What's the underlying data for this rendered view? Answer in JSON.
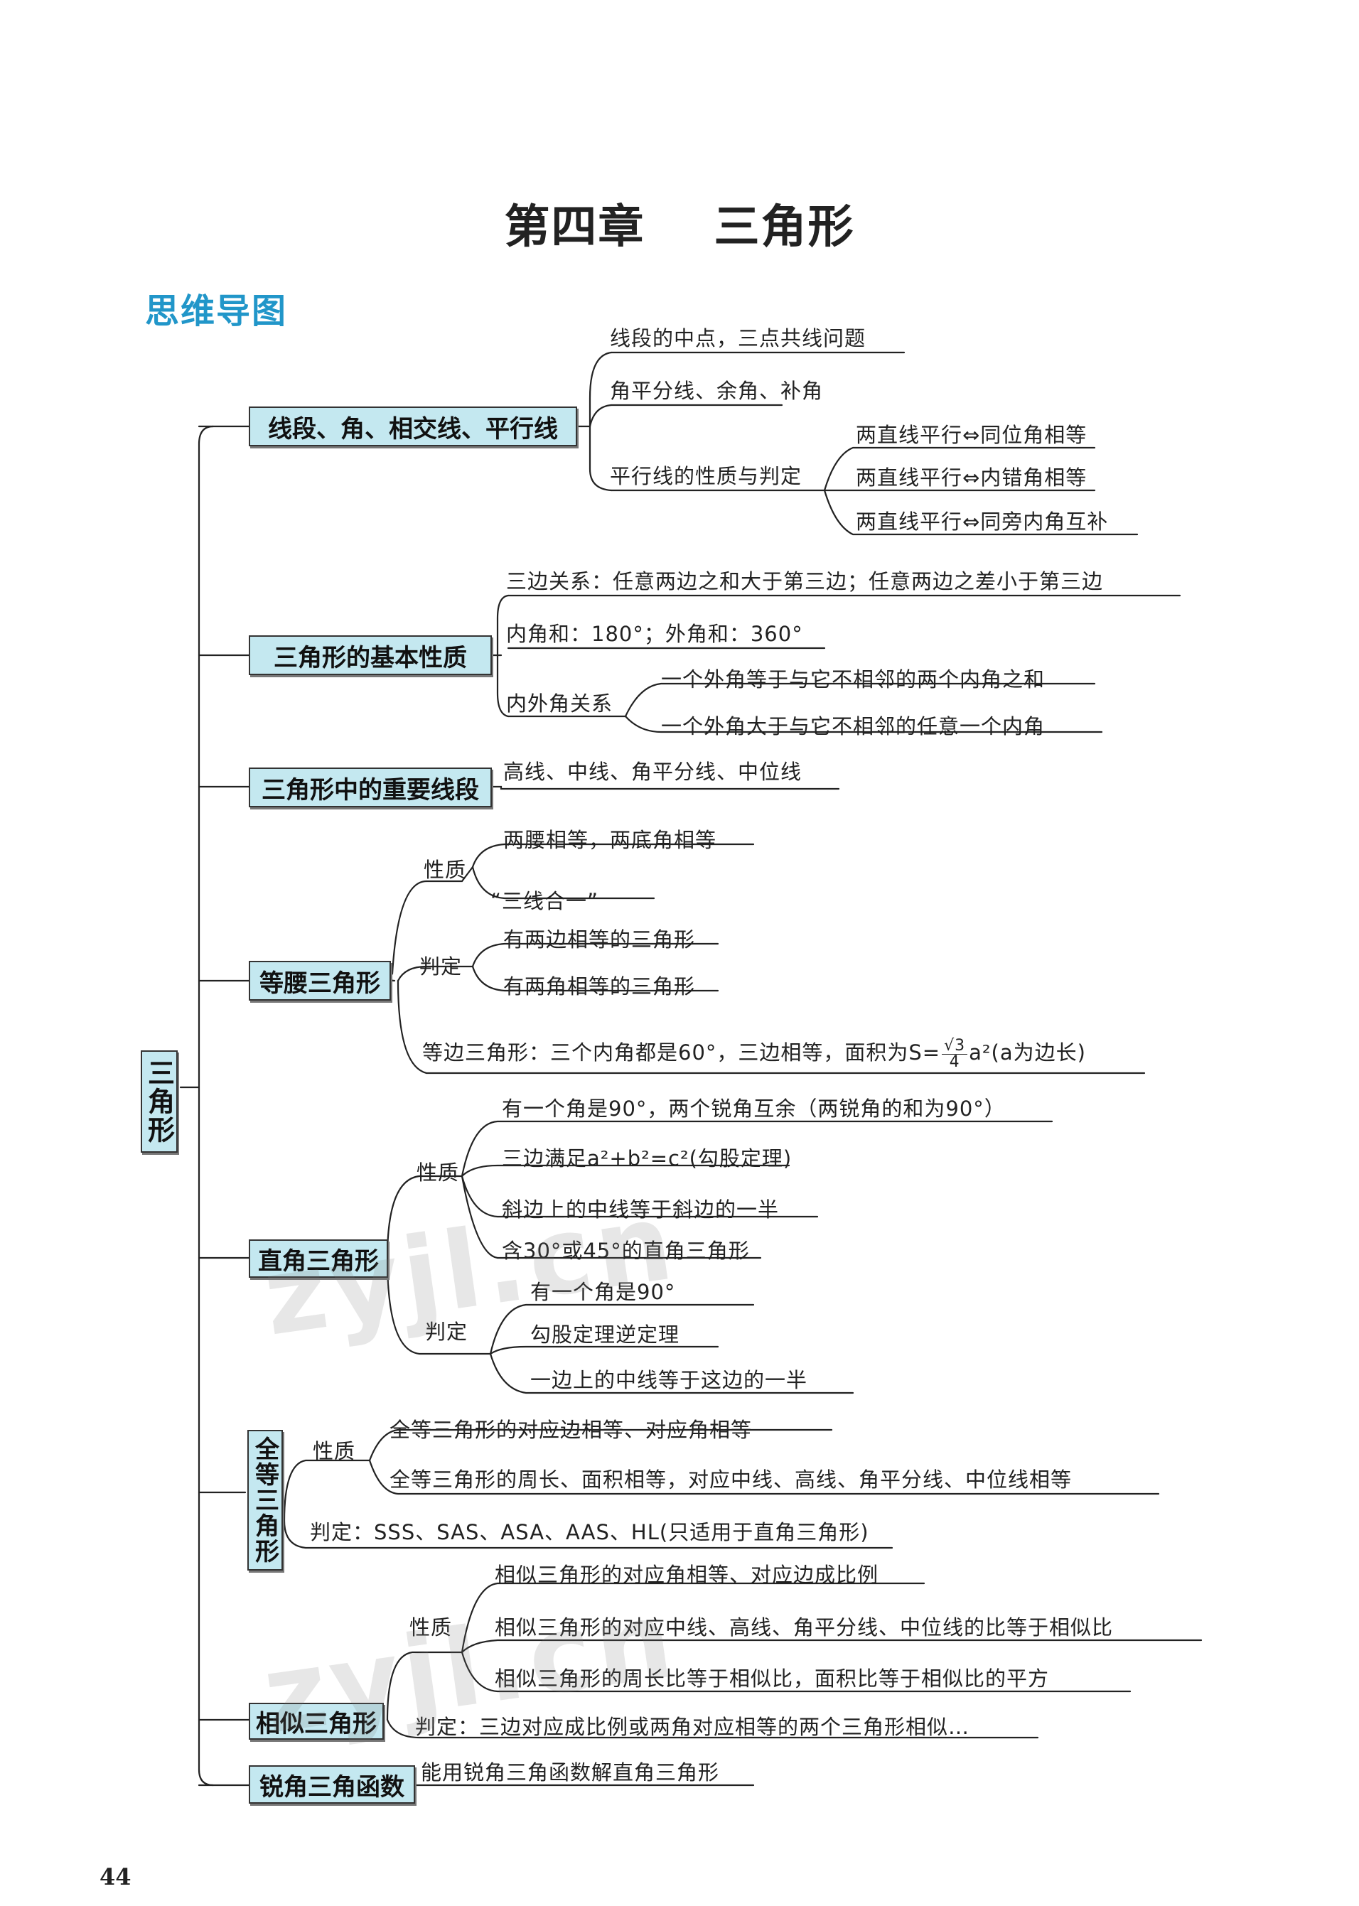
{
  "chapter_title": "第四章    三角形",
  "section_title": "思维导图",
  "root": "三角形",
  "branches": {
    "b1": {
      "title": "线段、角、相交线、平行线",
      "items": [
        "线段的中点，三点共线问题",
        "角平分线、余角、补角"
      ],
      "sub_label": "平行线的性质与判定",
      "sub_items": [
        "两直线平行⇔同位角相等",
        "两直线平行⇔内错角相等",
        "两直线平行⇔同旁内角互补"
      ]
    },
    "b2": {
      "title": "三角形的基本性质",
      "items": [
        "三边关系：任意两边之和大于第三边；任意两边之差小于第三边",
        "内角和：180°；外角和：360°"
      ],
      "sub_label": "内外角关系",
      "sub_items": [
        "一个外角等于与它不相邻的两个内角之和",
        "一个外角大于与它不相邻的任意一个内角"
      ]
    },
    "b3": {
      "title": "三角形中的重要线段",
      "items": [
        "高线、中线、角平分线、中位线"
      ]
    },
    "b4": {
      "title": "等腰三角形",
      "prop_label": "性质",
      "prop_items": [
        "两腰相等，两底角相等",
        "“三线合一”"
      ],
      "judge_label": "判定",
      "judge_items": [
        "有两边相等的三角形",
        "有两角相等的三角形"
      ],
      "equilateral_pre": "等边三角形：三个内角都是60°，三边相等，面积为S=",
      "equilateral_num": "√3",
      "equilateral_den": "4",
      "equilateral_post": "a²(a为边长)"
    },
    "b5": {
      "title": "直角三角形",
      "prop_label": "性质",
      "prop_items": [
        "有一个角是90°，两个锐角互余（两锐角的和为90°）",
        "三边满足a²+b²=c²(勾股定理)",
        "斜边上的中线等于斜边的一半",
        "含30°或45°的直角三角形"
      ],
      "judge_label": "判定",
      "judge_items": [
        "有一个角是90°",
        "勾股定理逆定理",
        "一边上的中线等于这边的一半"
      ]
    },
    "b6": {
      "title": "全等三角形",
      "prop_label": "性质",
      "prop_items": [
        "全等三角形的对应边相等、对应角相等",
        "全等三角形的周长、面积相等，对应中线、高线、角平分线、中位线相等"
      ],
      "judge_text": "判定：SSS、SAS、ASA、AAS、HL(只适用于直角三角形)"
    },
    "b7": {
      "title": "相似三角形",
      "prop_label": "性质",
      "prop_items": [
        "相似三角形的对应角相等、对应边成比例",
        "相似三角形的对应中线、高线、角平分线、中位线的比等于相似比",
        "相似三角形的周长比等于相似比，面积比等于相似比的平方"
      ],
      "judge_text": "判定：三边对应成比例或两角对应相等的两个三角形相似…"
    },
    "b8": {
      "title": "锐角三角函数",
      "items": [
        "能用锐角三角函数解直角三角形"
      ]
    }
  },
  "watermark": "zyjl.cn",
  "page_number": "44"
}
